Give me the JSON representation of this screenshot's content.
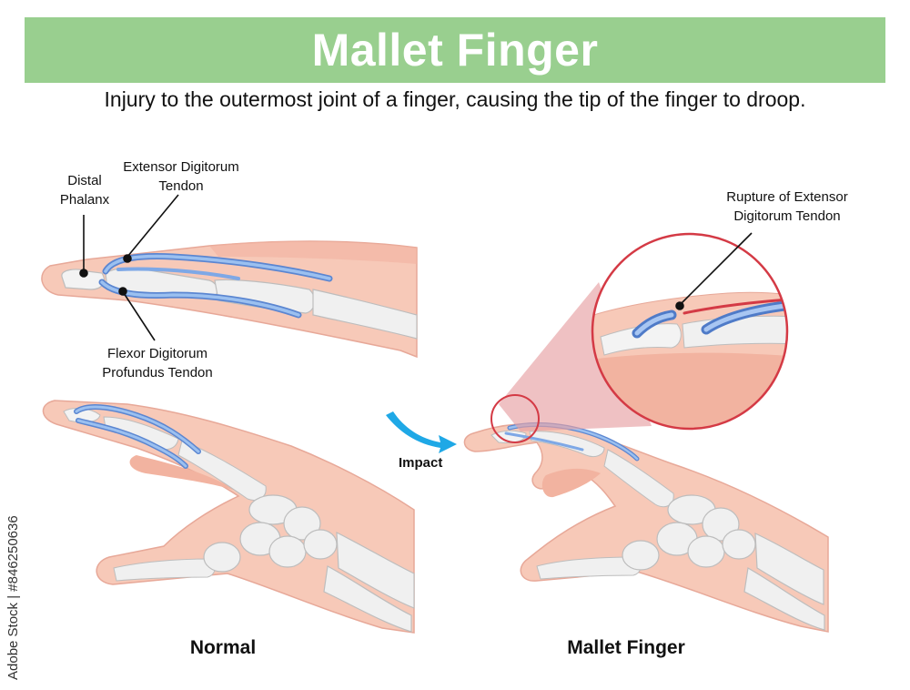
{
  "header": {
    "title": "Mallet Finger",
    "subtitle": "Injury to the outermost joint of a finger, causing the tip of the finger to droop."
  },
  "labels": {
    "distal_phalanx": "Distal Phalanx",
    "extensor_tendon": "Extensor Digitorum Tendon",
    "flexor_tendon": "Flexor Digitorum Profundus Tendon",
    "rupture": "Rupture of Extensor Digitorum Tendon",
    "impact": "Impact"
  },
  "captions": {
    "normal": "Normal",
    "mallet": "Mallet Finger"
  },
  "watermark": {
    "credit": "Adobe Stock | #846250636"
  },
  "colors": {
    "banner": "#99cf8f",
    "skin": "#f7c9b8",
    "bone": "#eeeeee",
    "tendon": "#7ea8e6",
    "rupture": "#d43a45",
    "arrow": "#1fa8e6",
    "magnifier_cone": "#e7a0a3"
  }
}
